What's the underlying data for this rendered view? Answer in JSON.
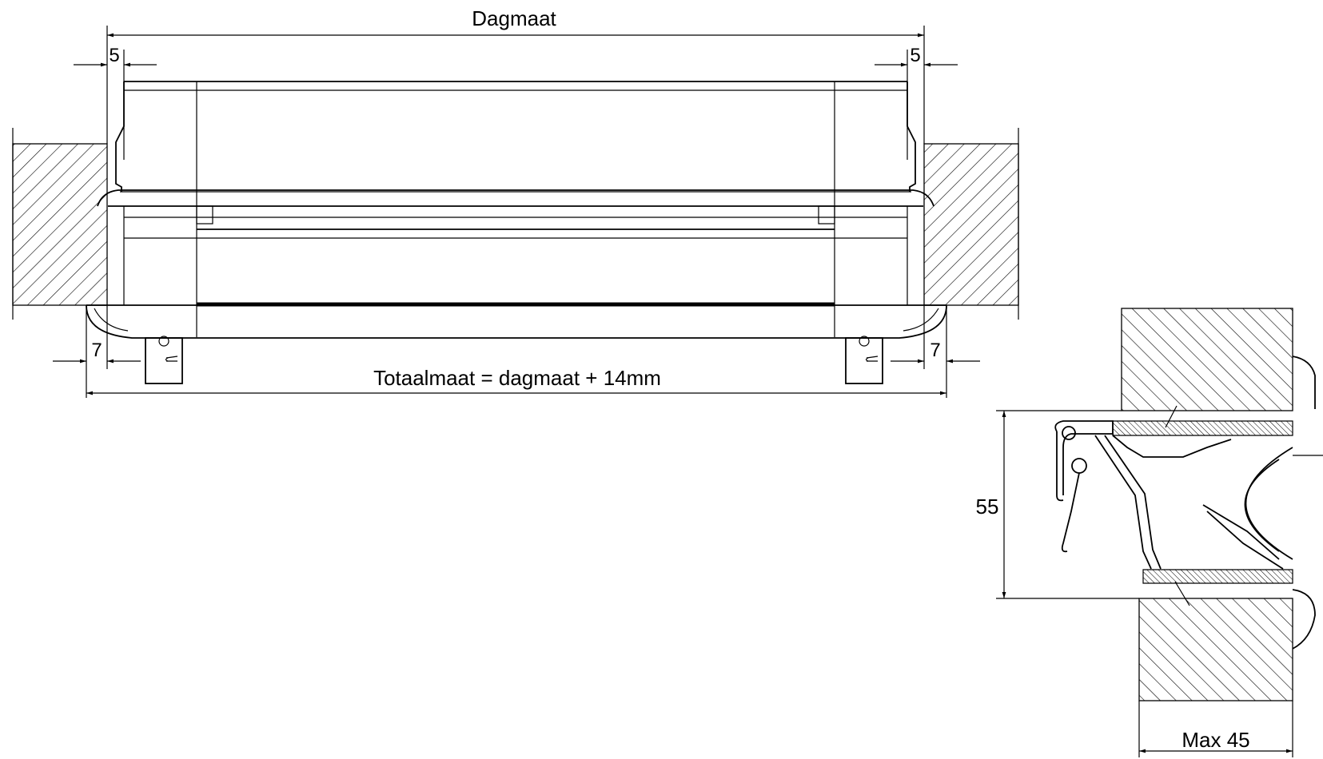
{
  "front_view": {
    "top_dimension_label": "Dagmaat",
    "left_gap_label": "5",
    "right_gap_label": "5",
    "left_flange_label": "7",
    "right_flange_label": "7",
    "bottom_dimension_label": "Totaalmaat = dagmaat + 14mm"
  },
  "section_view": {
    "height_label": "55",
    "depth_label": "Max 45"
  }
}
